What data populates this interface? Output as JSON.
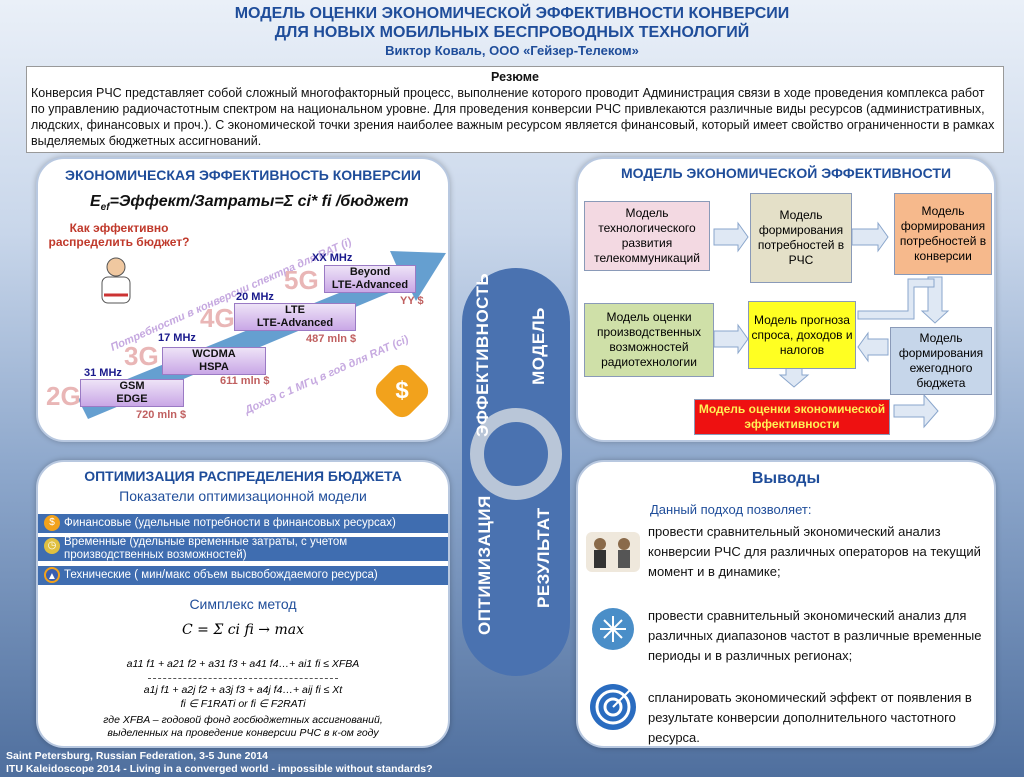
{
  "header": {
    "title1": "МОДЕЛЬ ОЦЕНКИ ЭКОНОМИЧЕСКОЙ ЭФФЕКТИВНОСТИ КОНВЕРСИИ",
    "title2": "ДЛЯ НОВЫХ МОБИЛЬНЫХ БЕСПРОВОДНЫХ ТЕХНОЛОГИЙ",
    "author": "Виктор Коваль, ООО «Гейзер-Телеком»"
  },
  "resume": {
    "title": "Резюме",
    "text": "Конверсия РЧС представляет собой сложный многофакторный процесс, выполнение которого проводит Администрация связи в ходе проведения комплекса работ по управлению радиочастотным спектром на национальном уровне. Для проведения конверсии РЧС привлекаются различные виды ресурсов (административных, людских, финансовых и проч.).  С экономической точки зрения наиболее важным ресурсом является финансовый, который имеет свойство ограниченности в рамках выделяемых бюджетных ассигнований."
  },
  "panel1": {
    "title": "ЭКОНОМИЧЕСКАЯ ЭФФЕКТИВНОСТЬ КОНВЕРСИИ",
    "formula": "E",
    "formula_sub": "ef",
    "formula_rest": "=Эффект/Затраты=Σ ci* fi /бюджет",
    "question": "Как эффективно распределить бюджет?",
    "diag1": "Потребности в конверсии спектра для RAT (i)",
    "diag2": "Доход с 1 МГц в год  для RAT (ci)",
    "gens": [
      {
        "g": "2G",
        "mhz": "31 MHz",
        "tech": "GSM\nEDGE",
        "mln": "720 mln $"
      },
      {
        "g": "3G",
        "mhz": "17 MHz",
        "tech": "WCDMA\nHSPA",
        "mln": "611 mln $"
      },
      {
        "g": "4G",
        "mhz": "20 MHz",
        "tech": "LTE\nLTE-Advanced",
        "mln": "487 mln $"
      },
      {
        "g": "5G",
        "mhz": "XX MHz",
        "tech": "Beyond\nLTE-Advanced",
        "mln": "YY $"
      }
    ]
  },
  "panel2": {
    "title": "МОДЕЛЬ ЭКОНОМИЧЕСКОЙ ЭФФЕКТИВНОСТИ",
    "boxes": [
      "Модель технологического развития телекоммуникаций",
      "Модель формирования потребностей в РЧС",
      "Модель формирования потребностей в конверсии",
      "Модель оценки производственных возможностей радиотехнологии",
      "Модель прогноза спроса, доходов и налогов",
      "Модель формирования ежегодного бюджета",
      "Модель оценки экономической эффективности"
    ]
  },
  "center": {
    "l1": "ЭФФЕКТИВНОСТЬ",
    "l2": "МОДЕЛЬ",
    "l3": "ОПТИМИЗАЦИЯ",
    "l4": "РЕЗУЛЬТАТ"
  },
  "panel3": {
    "title": "ОПТИМИЗАЦИЯ РАСПРЕДЕЛЕНИЯ БЮДЖЕТА",
    "subtitle": "Показатели оптимизационной модели",
    "bars": [
      "Финансовые (удельные потребности в финансовых ресурсах)",
      "Временные (удельные временные затраты, с учетом производственных возможностей)",
      "Технические ( мин/макс объем высвобождаемого  ресурса)"
    ],
    "method": "Симплекс метод",
    "f1": "C = Σ ci fi → max",
    "f2": "a11 f1 + a21 f2 + a31 f3 + a41 f4…+ ai1 fi ≤ XFBA",
    "f3": "a1j f1 + a2j f2 + a3j f3 + a4j f4…+ aij fi ≤ Xt",
    "f4": "fi ∈ F1RATi or fi ∈ F2RATi",
    "f5": "где XFBA – годовой фонд госбюджетных ассигнований, выделенных на проведение конверсии РЧС в к-ом году"
  },
  "panel4": {
    "title": "Выводы",
    "lead": "Данный подход позволяет:",
    "items": [
      "провести сравнительный экономический анализ конверсии  РЧС для различных операторов на текущий момент и в динамике;",
      "провести  сравнительный экономический анализ для различных диапазонов частот в различные временные периоды и в  различных регионах;",
      "спланировать экономический эффект от появления в результате конверсии дополнительного частотного ресурса."
    ]
  },
  "footer": {
    "line1": "Saint Petersburg, Russian Federation, 3-5 June 2014",
    "line2": "ITU Kaleidoscope 2014 - Living in a converged world - impossible without standards?"
  }
}
